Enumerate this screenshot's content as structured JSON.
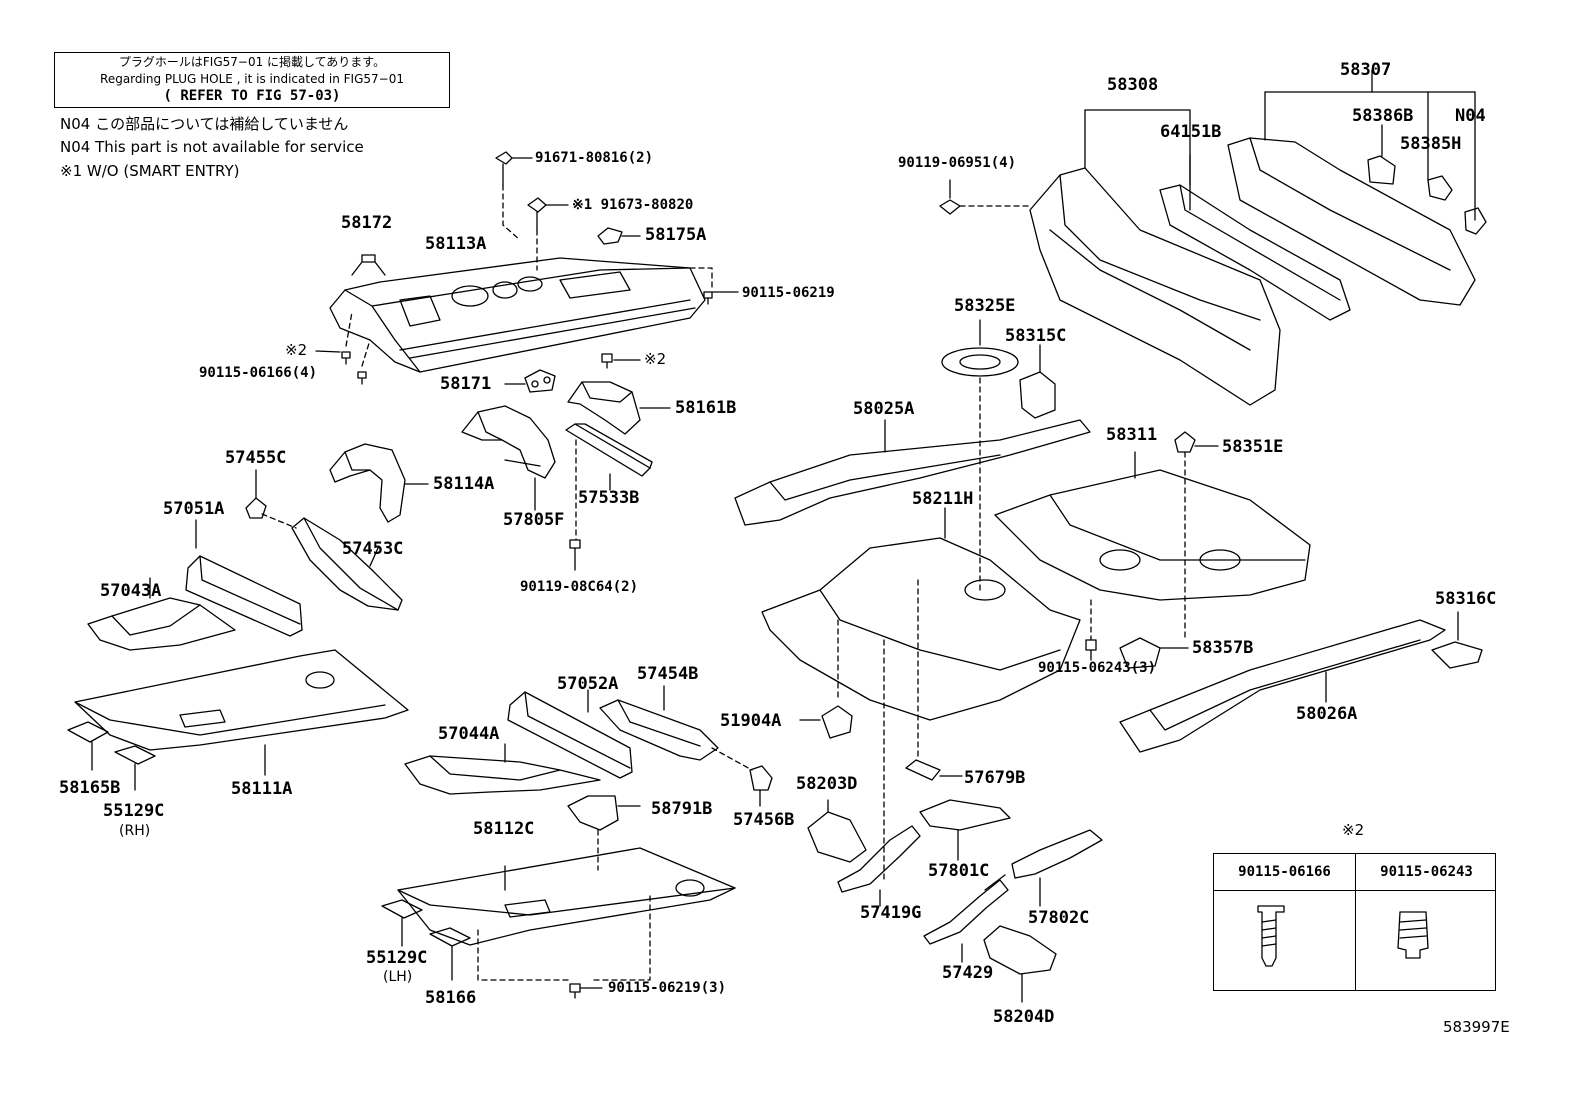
{
  "notice": {
    "line1": "プラグホールはFIG57−01 に掲載してあります。",
    "line2": "Regarding PLUG HOLE , it is indicated in FIG57−01",
    "line3": "( REFER TO FIG 57-03)"
  },
  "notes": {
    "n04_jp": "N04 この部品については補給していません",
    "n04_en": "N04 This part is not available for service",
    "smart": "※1 W/O (SMART ENTRY)"
  },
  "labels": {
    "l91671": "91671-80816(2)",
    "l91673": "※1 91673-80820",
    "l58172": "58172",
    "l58113A": "58113A",
    "l58175A": "58175A",
    "l90115_06219": "90115-06219",
    "mark2a": "※2",
    "mark2b": "※2",
    "l90115_06166": "90115-06166(4)",
    "l58171": "58171",
    "l58161B": "58161B",
    "l57455C": "57455C",
    "l58114A": "58114A",
    "l57533B": "57533B",
    "l57051A": "57051A",
    "l57805F": "57805F",
    "l57453C": "57453C",
    "l90119_08C64": "90119-08C64(2)",
    "l57043A": "57043A",
    "l57052A": "57052A",
    "l57454B": "57454B",
    "l57044A": "57044A",
    "l58165B": "58165B",
    "l58111A": "58111A",
    "l55129C_rh": "55129C",
    "rh": "(RH)",
    "l58791B": "58791B",
    "l58112C": "58112C",
    "l55129C_lh": "55129C",
    "lh": "(LH)",
    "l58166": "58166",
    "l90115_06219_3": "90115-06219(3)",
    "l58308": "58308",
    "l58307": "58307",
    "l64151B": "64151B",
    "l58386B": "58386B",
    "lN04": "N04",
    "l58385H": "58385H",
    "l90119_06951": "90119-06951(4)",
    "l58325E": "58325E",
    "l58315C": "58315C",
    "l58025A": "58025A",
    "l58311": "58311",
    "l58351E": "58351E",
    "l58211H": "58211H",
    "l58316C": "58316C",
    "l58357B": "58357B",
    "l90115_06243": "90115-06243(3)",
    "l51904A": "51904A",
    "l58026A": "58026A",
    "l58203D": "58203D",
    "l57679B": "57679B",
    "l57456B": "57456B",
    "l57801C": "57801C",
    "l57419G": "57419G",
    "l57802C": "57802C",
    "l57429": "57429",
    "l58204D": "58204D",
    "fig_code": "583997E"
  },
  "fastener_table": {
    "mark": "※2",
    "col1": "90115-06166",
    "col2": "90115-06243"
  }
}
